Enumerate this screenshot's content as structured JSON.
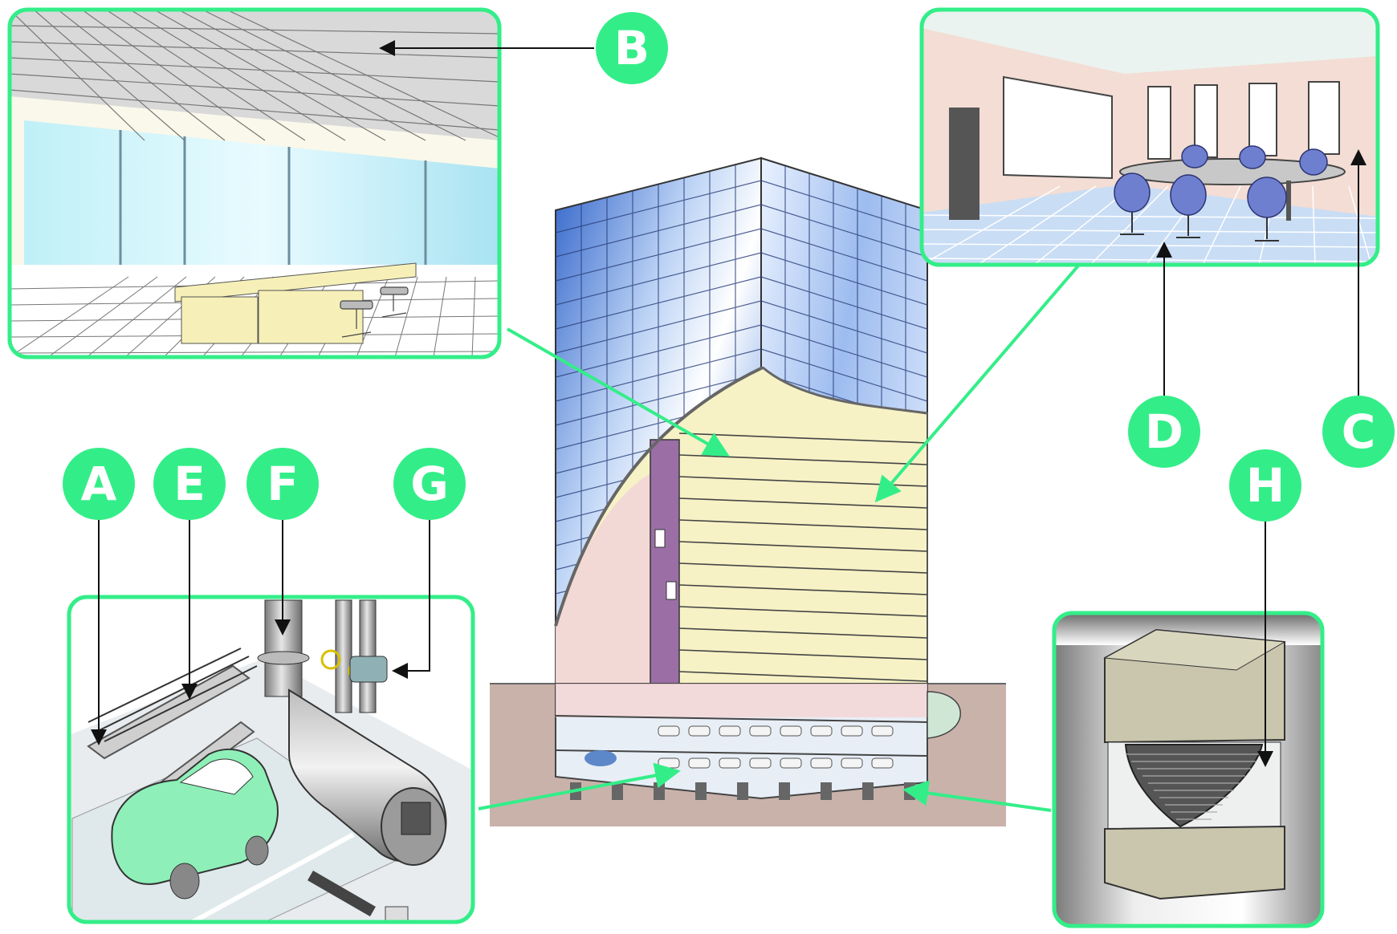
{
  "labels": {
    "A": "A",
    "B": "B",
    "C": "C",
    "D": "D",
    "E": "E",
    "F": "F",
    "G": "G",
    "H": "H"
  },
  "colors": {
    "accent_green": "#33ee88",
    "glass_blue": "#5b8fe0",
    "floor_yellow": "#f6f2c6",
    "floor_pink": "#f3d6d6",
    "ground": "#c9b2aa",
    "chair_blue": "#6f7fd0",
    "car_green": "#8ef0b8"
  }
}
